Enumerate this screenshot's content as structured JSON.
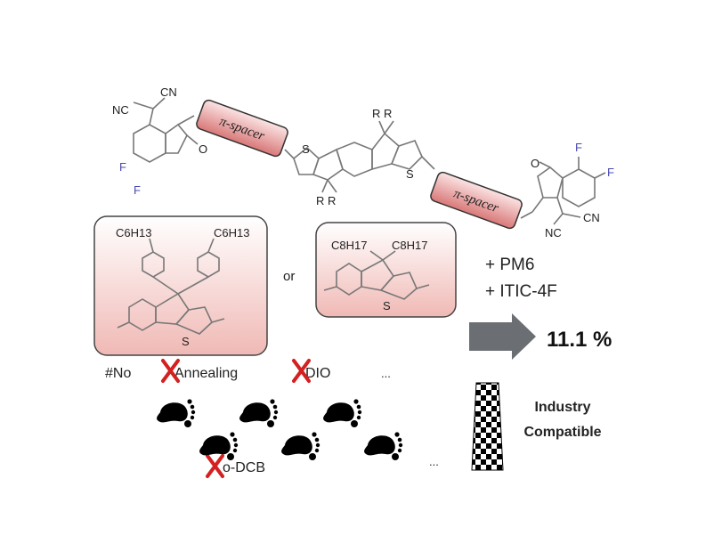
{
  "core_structure": {
    "spacer_label": "π-spacer",
    "cn": "CN",
    "nc": "NC",
    "oxygen": "O",
    "fluorine": "F",
    "sulfur": "S",
    "r_group": "R R"
  },
  "options": {
    "option_a": {
      "substituent": "C6H13",
      "sulfur": "S"
    },
    "connector": "or",
    "option_b": {
      "substituent": "C8H17",
      "sulfur": "S"
    }
  },
  "blend": {
    "donor": "+ PM6",
    "acceptor": "+ ITIC-4F",
    "efficiency": "11.1 %"
  },
  "conditions": {
    "prefix": "#No",
    "items": [
      "Annealing",
      "DIO",
      "o-DCB"
    ],
    "ellipsis": "..."
  },
  "outcome": {
    "line1": "Industry",
    "line2": "Compatible"
  },
  "colors": {
    "spacer_fill": "#e9a0a0",
    "box_fill": "#f6d3d0",
    "cross": "#d42020",
    "arrow": "#6b6e72"
  }
}
